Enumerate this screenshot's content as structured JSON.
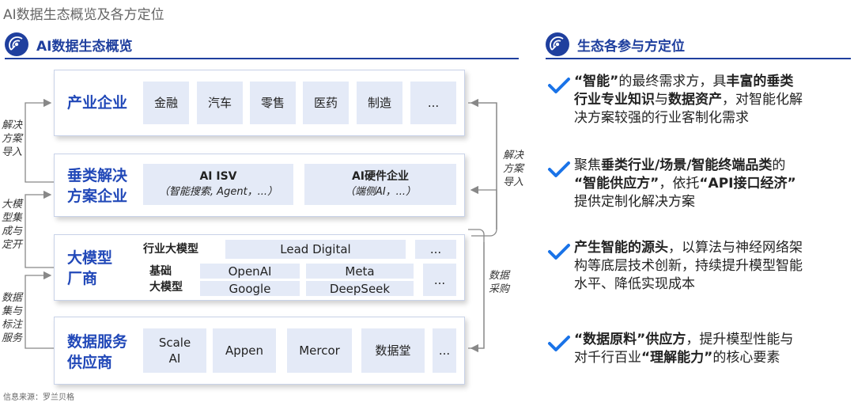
{
  "page_title": "AI数据生态概览及各方定位",
  "left_section": {
    "title": "AI数据生态概览"
  },
  "right_section": {
    "title": "生态各参与方定位"
  },
  "layers": {
    "industry": {
      "title": "产业企业",
      "tiles": [
        "金融",
        "汽车",
        "零售",
        "医药",
        "制造",
        "..."
      ]
    },
    "vertical": {
      "title_line1": "垂类解决",
      "title_line2": "方案企业",
      "tile1_line1": "AI ISV",
      "tile1_line2": "（智能搜索, Agent，...）",
      "tile2_line1": "AI硬件企业",
      "tile2_line2": "（端侧AI，...）"
    },
    "model": {
      "title_line1": "大模型",
      "title_line2": "厂商",
      "row1_label": "行业大模型",
      "row1_value": "Lead Digital",
      "row1_more": "...",
      "row2_label_line1": "基础",
      "row2_label_line2": "大模型",
      "base": [
        "OpenAI",
        "Meta",
        "Google",
        "DeepSeek"
      ],
      "more": "..."
    },
    "data": {
      "title_line1": "数据服务",
      "title_line2": "供应商",
      "tile1_line1": "Scale",
      "tile1_line2": "AI",
      "tiles": [
        "Appen",
        "Mercor",
        "数据堂",
        "..."
      ]
    }
  },
  "left_labels": {
    "solution_import": [
      "解决",
      "方案",
      "导入"
    ],
    "model_integration": [
      "大模",
      "型集",
      "成与",
      "定开"
    ],
    "data_labeling": [
      "数据",
      "集与",
      "标注",
      "服务"
    ]
  },
  "right_labels": {
    "solution_import": [
      "解决",
      "方案",
      "导入"
    ],
    "data_purchase": [
      "数据",
      "采购"
    ]
  },
  "positions": [
    {
      "line1": [
        [
          "“智能”",
          true
        ],
        [
          "的最终需求方，具",
          false
        ],
        [
          "丰富的垂类",
          true
        ]
      ],
      "line2": [
        [
          "行业专业知识",
          true
        ],
        [
          "与",
          false
        ],
        [
          "数据资产",
          true
        ],
        [
          "，对智能化解",
          false
        ]
      ],
      "line3": [
        [
          "决方案较强的行业客制化需求",
          false
        ]
      ]
    },
    {
      "line1": [
        [
          "聚焦",
          false
        ],
        [
          "垂类行业/场景/智能终端品类",
          true
        ],
        [
          "的",
          false
        ]
      ],
      "line2": [
        [
          "“智能供应方”",
          true
        ],
        [
          "，依托",
          false
        ],
        [
          "“API接口经济”",
          true
        ]
      ],
      "line3": [
        [
          "提供定制化解决方案",
          false
        ]
      ]
    },
    {
      "line1": [
        [
          "产生智能的源头",
          true
        ],
        [
          "，以算法与神经网络架",
          false
        ]
      ],
      "line2": [
        [
          "构等底层技术创新，持续提升模型智能",
          false
        ]
      ],
      "line3": [
        [
          "水平、降低实现成本",
          false
        ]
      ]
    },
    {
      "line1": [
        [
          "“数据原料”供应方",
          true
        ],
        [
          "，提升模型性能与",
          false
        ]
      ],
      "line2": [
        [
          "对千行百业",
          false
        ],
        [
          "“理解能力”",
          true
        ],
        [
          "的核心要素",
          false
        ]
      ]
    }
  ],
  "source": "信息来源：罗兰贝格",
  "colors": {
    "brand": "#1f3f9e",
    "accent": "#2148b8",
    "tile": "#e4eaf7",
    "check": "#1a73e8"
  }
}
